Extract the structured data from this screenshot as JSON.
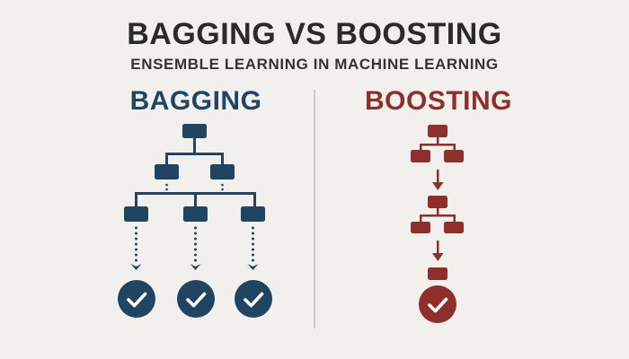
{
  "header": {
    "title": "BAGGING VS BOOSTING",
    "subtitle": "ENSEMBLE LEARNING IN MACHINE LEARNING"
  },
  "colors": {
    "background": "#f1f0ed",
    "title": "#2a2a2a",
    "bagging": "#1f4562",
    "boosting": "#8e2f2b",
    "divider": "#cfcdc8"
  },
  "bagging": {
    "label": "BAGGING",
    "structure": "parallel",
    "models": 3,
    "outputs": [
      "check-circle-icon",
      "check-circle-icon",
      "check-circle-icon"
    ]
  },
  "boosting": {
    "label": "BOOSTING",
    "structure": "sequential",
    "stages": [
      "tree-model-1",
      "tree-model-2",
      "final-model"
    ],
    "outputs": [
      "check-circle-icon"
    ]
  }
}
